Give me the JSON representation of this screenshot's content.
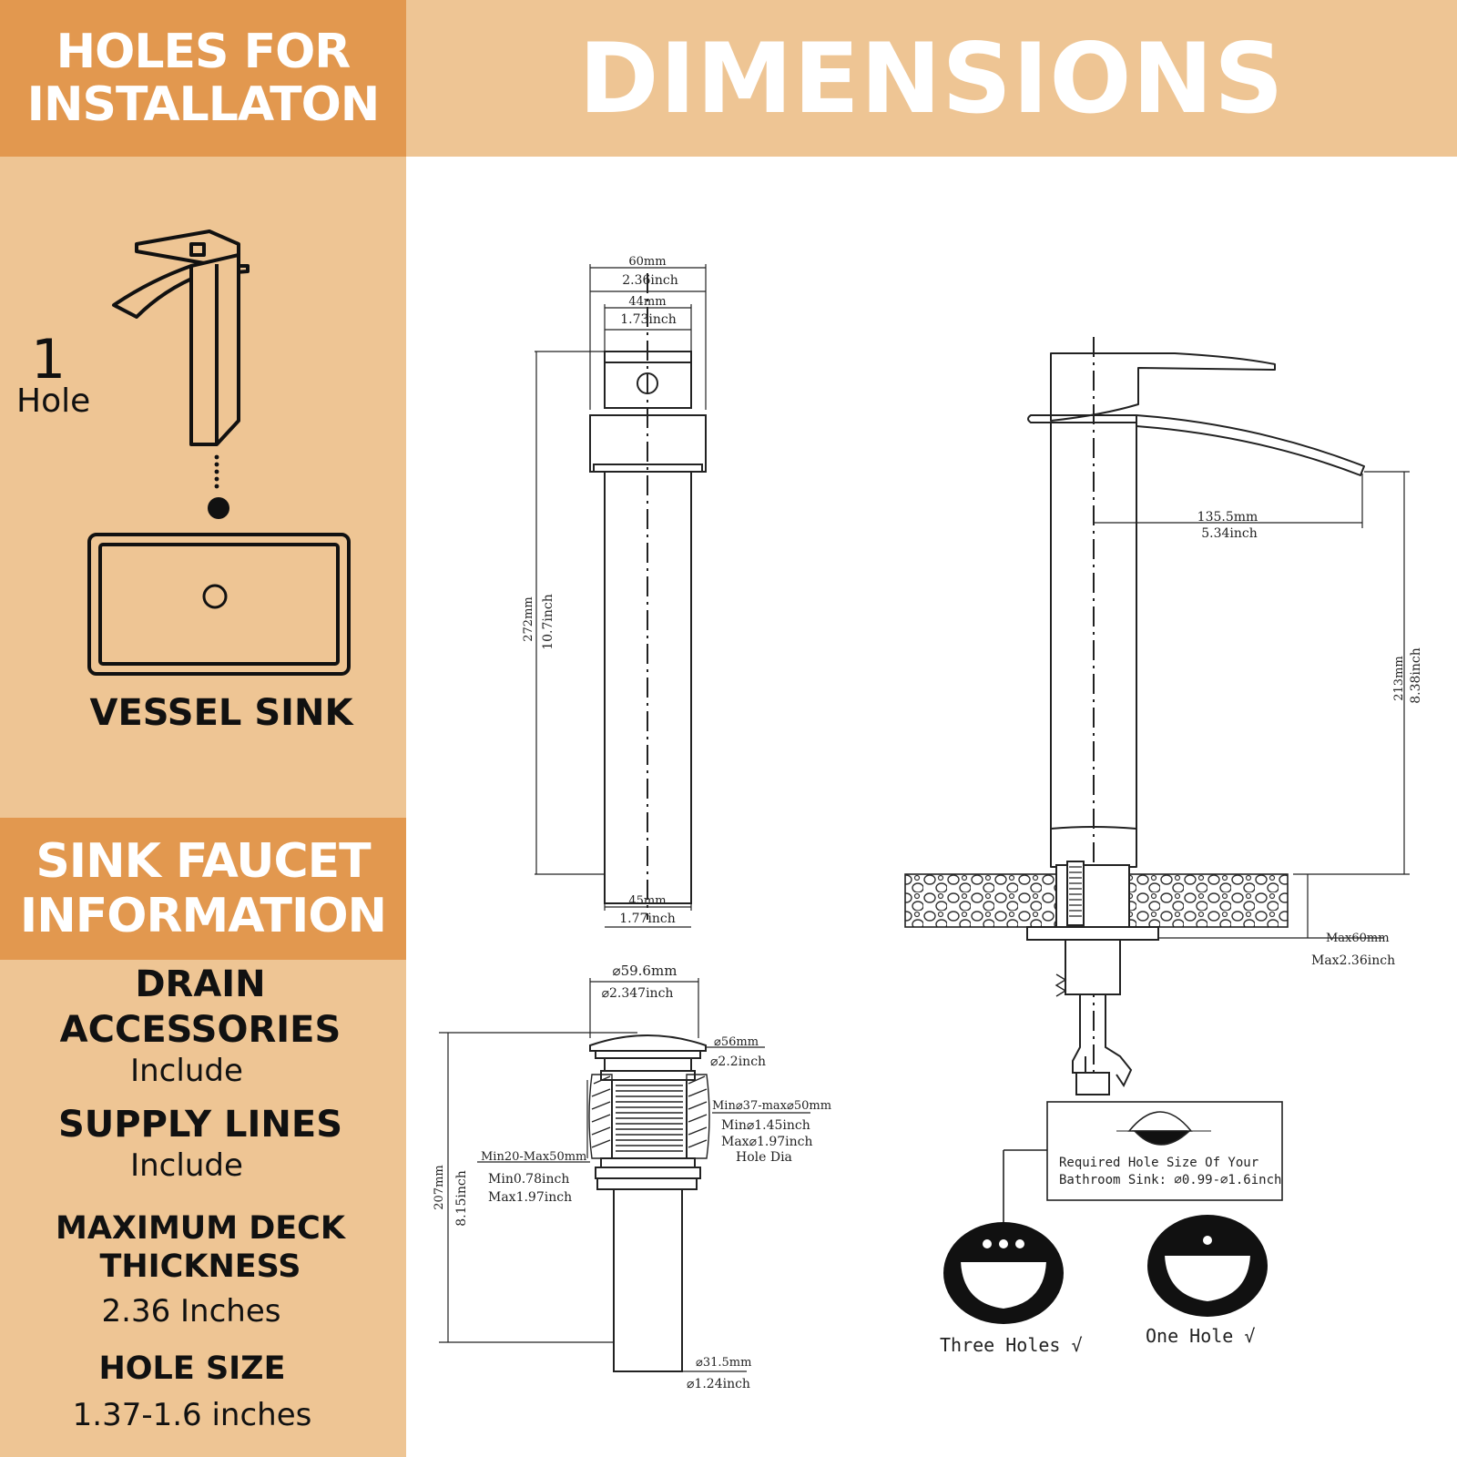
{
  "header": {
    "left_title_line1": "HOLES FOR",
    "left_title_line2": "INSTALLATON",
    "right_title": "DIMENSIONS"
  },
  "install": {
    "hole_count": "1",
    "hole_word": "Hole",
    "sink_label": "VESSEL SINK"
  },
  "info_header": {
    "line1": "SINK FAUCET",
    "line2": "INFORMATION"
  },
  "info": {
    "drain_title_line1": "DRAIN",
    "drain_title_line2": "ACCESSORIES",
    "drain_value": "Include",
    "supply_title": "SUPPLY LINES",
    "supply_value": "Include",
    "deck_title_line1": "MAXIMUM DECK",
    "deck_title_line2": "THICKNESS",
    "deck_value": "2.36 Inches",
    "hole_title": "HOLE SIZE",
    "hole_value": "1.37-1.6 inches"
  },
  "dims": {
    "top_width_mm": "60mm",
    "top_width_in": "2.36inch",
    "inner_width_mm": "44mm",
    "inner_width_in": "1.73inch",
    "height_mm": "272mm",
    "height_in": "10.7inch",
    "base_width_mm": "45mm",
    "base_width_in": "1.77inch",
    "reach_mm": "135.5mm",
    "reach_in": "5.34inch",
    "spout_height_mm": "213mm",
    "spout_height_in": "8.38inch",
    "deck_mm": "Max60mm",
    "deck_in": "Max2.36inch",
    "drain_cap_mm": "⌀59.6mm",
    "drain_cap_in": "⌀2.347inch",
    "drain_flange_mm": "⌀56mm",
    "drain_flange_in": "⌀2.2inch",
    "drain_hole_mm": "Min⌀37-max⌀50mm",
    "drain_hole_min_in": "Min⌀1.45inch",
    "drain_hole_max_in": "Max⌀1.97inch",
    "drain_hole_dia": "Hole Dia",
    "drain_thick_mm": "Min20-Max50mm",
    "drain_thick_min_in": "Min0.78inch",
    "drain_thick_max_in": "Max1.97inch",
    "drain_height_mm": "207mm",
    "drain_height_in": "8.15inch",
    "drain_pipe_mm": "⌀31.5mm",
    "drain_pipe_in": "⌀1.24inch",
    "required_line1": "Required Hole Size Of Your",
    "required_line2": "Bathroom Sink: ⌀0.99-⌀1.6inch",
    "three_holes": "Three Holes √",
    "one_hole": "One Hole  √"
  }
}
